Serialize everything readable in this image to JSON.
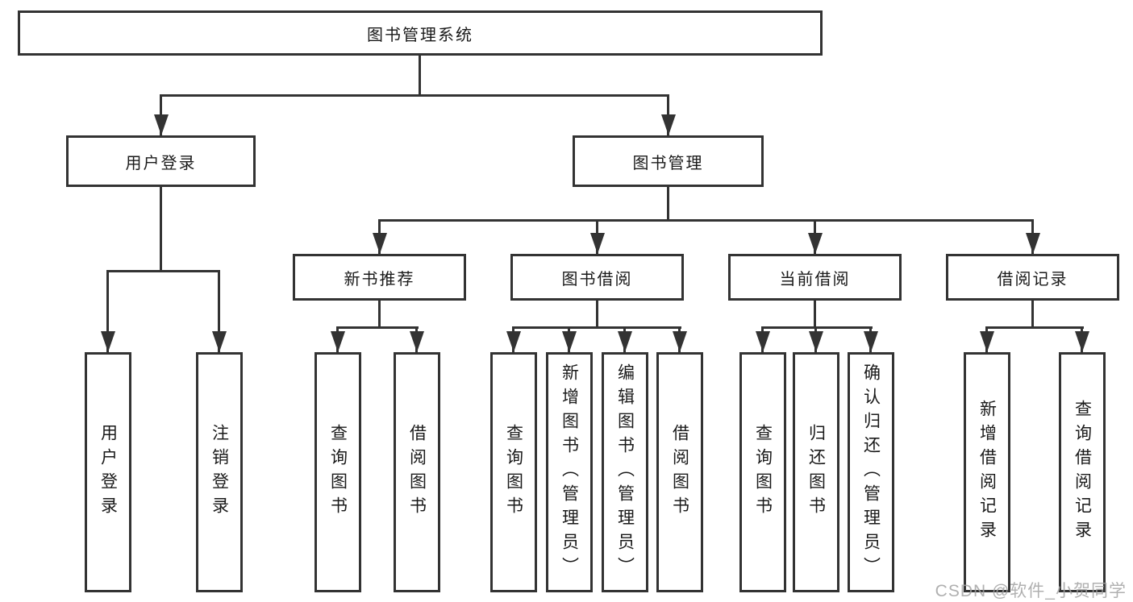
{
  "diagram_title": "图书管理系统",
  "watermark": "CSDN @软件_小贺同学",
  "colors": {
    "line": "#333333",
    "border": "#333333",
    "text": "#1a1a1a",
    "watermark": "#a3a3a3",
    "background": "#ffffff"
  },
  "tree": {
    "label": "图书管理系统",
    "children": [
      {
        "label": "用户登录",
        "children": [
          {
            "label": "用户登录"
          },
          {
            "label": "注销登录"
          }
        ]
      },
      {
        "label": "图书管理",
        "children": [
          {
            "label": "新书推荐",
            "children": [
              {
                "label": "查询图书"
              },
              {
                "label": "借阅图书"
              }
            ]
          },
          {
            "label": "图书借阅",
            "children": [
              {
                "label": "查询图书"
              },
              {
                "label": "新增图书（管理员）"
              },
              {
                "label": "编辑图书（管理员）"
              },
              {
                "label": "借阅图书"
              }
            ]
          },
          {
            "label": "当前借阅",
            "children": [
              {
                "label": "查询图书"
              },
              {
                "label": "归还图书"
              },
              {
                "label": "确认归还（管理员）"
              }
            ]
          },
          {
            "label": "借阅记录",
            "children": [
              {
                "label": "新增借阅记录"
              },
              {
                "label": "查询借阅记录"
              }
            ]
          }
        ]
      }
    ]
  }
}
